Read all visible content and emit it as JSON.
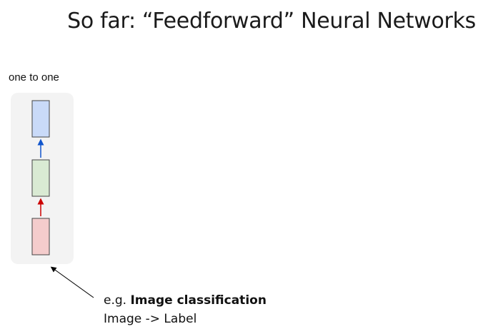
{
  "title": "So far: “Feedforward” Neural Networks",
  "diagram": {
    "label": "one to one",
    "colors": {
      "panel": "#f3f3f3",
      "output_box": "#c9daf8",
      "hidden_box": "#d9ead3",
      "input_box": "#f4cccc",
      "box_border": "#444444",
      "arrow_up_top": "#1155cc",
      "arrow_up_bottom": "#cc0000",
      "pointer_arrow": "#000000"
    }
  },
  "caption": {
    "prefix": "e.g. ",
    "emphasis": "Image classification",
    "line2": "Image -> Label"
  }
}
